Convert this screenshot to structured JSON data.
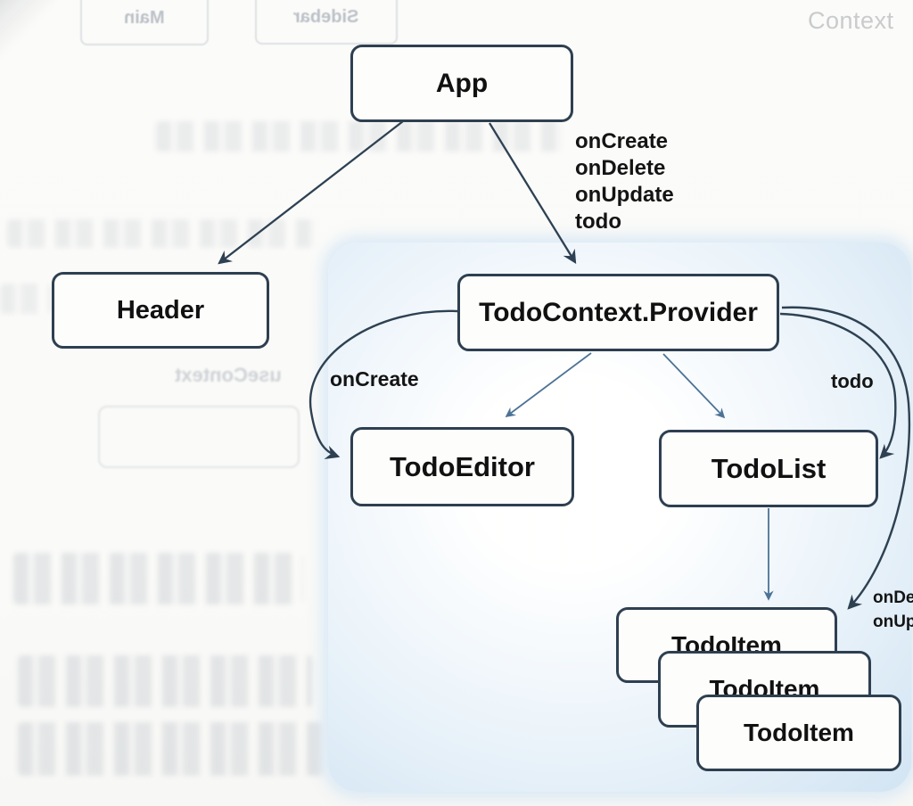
{
  "watermark": {
    "label": "Context"
  },
  "diagram": {
    "nodes": {
      "app": {
        "label": "App"
      },
      "header": {
        "label": "Header"
      },
      "provider": {
        "label": "TodoContext.Provider"
      },
      "todo_editor": {
        "label": "TodoEditor"
      },
      "todo_list": {
        "label": "TodoList"
      },
      "todo_item_1": {
        "label": "TodoItem"
      },
      "todo_item_2": {
        "label": "TodoItem"
      },
      "todo_item_3": {
        "label": "TodoItem"
      }
    },
    "edge_labels": {
      "provider_props": [
        "onCreate",
        "onDelete",
        "onUpdate",
        "todo"
      ],
      "on_create": "onCreate",
      "todo": "todo",
      "on_delete": "onDelete",
      "on_update": "onUpdate"
    },
    "colors": {
      "node_border": "#2e3f50",
      "arrow_dark": "#2e4152",
      "arrow_steel": "#4c7396",
      "panel_tint": "#d6e7f5",
      "watermark_gray": "#c9cbcc"
    }
  },
  "bleedthrough": {
    "main": "Main",
    "sidebar": "Sidebar",
    "use_context": "useContext"
  }
}
